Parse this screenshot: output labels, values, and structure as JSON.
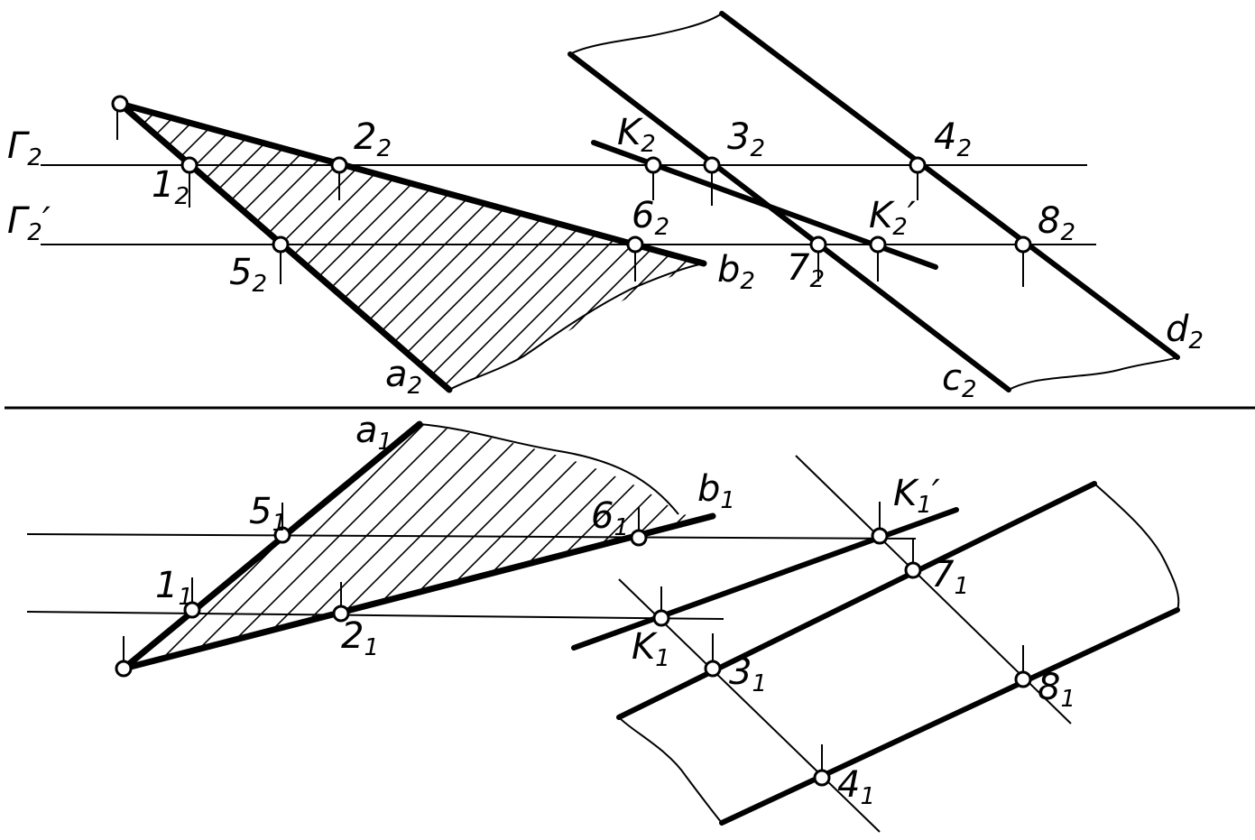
{
  "labels": {
    "gamma2": {
      "base": "Γ",
      "sub": "2",
      "prime": ""
    },
    "gamma2p": {
      "base": "Γ",
      "sub": "2",
      "prime": "′"
    },
    "p1_2": {
      "base": "1",
      "sub": "2",
      "prime": ""
    },
    "p2_2": {
      "base": "2",
      "sub": "2",
      "prime": ""
    },
    "p5_2": {
      "base": "5",
      "sub": "2",
      "prime": ""
    },
    "p6_2": {
      "base": "6",
      "sub": "2",
      "prime": ""
    },
    "b2": {
      "base": "b",
      "sub": "2",
      "prime": ""
    },
    "a2": {
      "base": "a",
      "sub": "2",
      "prime": ""
    },
    "K2": {
      "base": "K",
      "sub": "2",
      "prime": ""
    },
    "p3_2": {
      "base": "3",
      "sub": "2",
      "prime": ""
    },
    "p4_2": {
      "base": "4",
      "sub": "2",
      "prime": ""
    },
    "K2p": {
      "base": "K",
      "sub": "2",
      "prime": "′"
    },
    "p8_2": {
      "base": "8",
      "sub": "2",
      "prime": ""
    },
    "p7_2": {
      "base": "7",
      "sub": "2",
      "prime": ""
    },
    "c2": {
      "base": "c",
      "sub": "2",
      "prime": ""
    },
    "d2": {
      "base": "d",
      "sub": "2",
      "prime": ""
    },
    "a1": {
      "base": "a",
      "sub": "1",
      "prime": ""
    },
    "b1": {
      "base": "b",
      "sub": "1",
      "prime": ""
    },
    "p5_1": {
      "base": "5",
      "sub": "1",
      "prime": ""
    },
    "p6_1": {
      "base": "6",
      "sub": "1",
      "prime": ""
    },
    "p1_1": {
      "base": "1",
      "sub": "1",
      "prime": ""
    },
    "p2_1": {
      "base": "2",
      "sub": "1",
      "prime": ""
    },
    "K1p": {
      "base": "K",
      "sub": "1",
      "prime": "′"
    },
    "p7_1": {
      "base": "7",
      "sub": "1",
      "prime": ""
    },
    "K1": {
      "base": "K",
      "sub": "1",
      "prime": ""
    },
    "p3_1": {
      "base": "3",
      "sub": "1",
      "prime": ""
    },
    "p8_1": {
      "base": "8",
      "sub": "1",
      "prime": ""
    },
    "p4_1": {
      "base": "4",
      "sub": "1",
      "prime": ""
    }
  }
}
